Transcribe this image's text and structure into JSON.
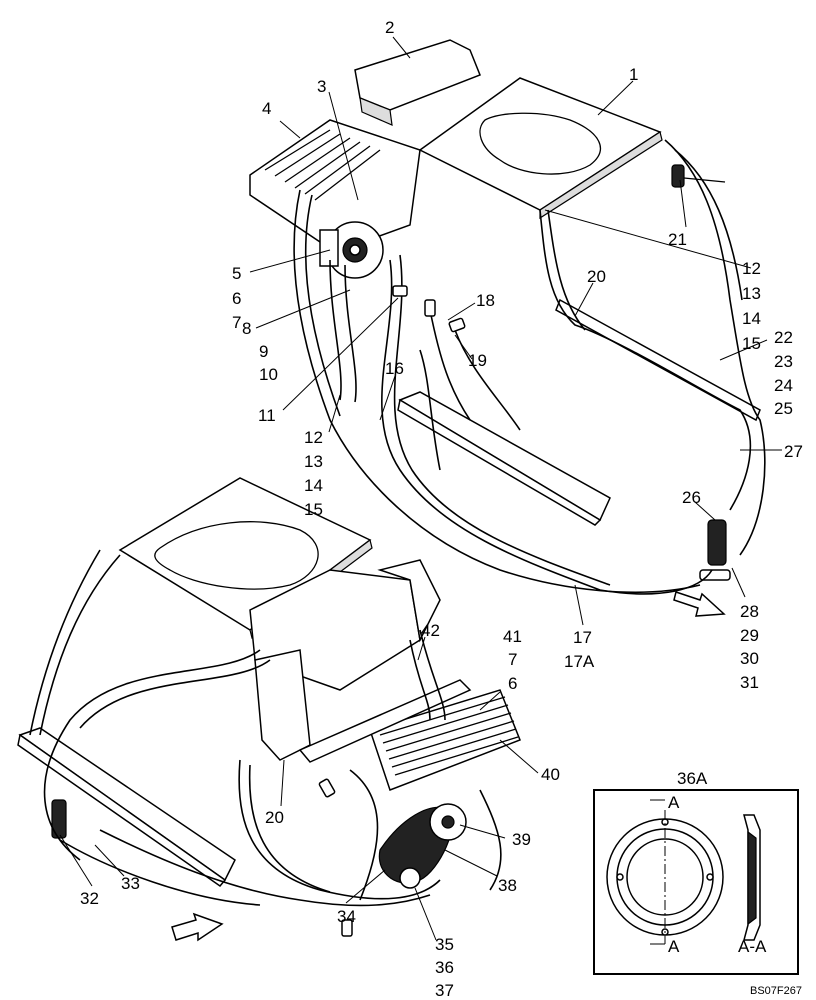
{
  "drawing_code": "BS07F267",
  "callouts": [
    {
      "id": "c1",
      "text": "1"
    },
    {
      "id": "c2",
      "text": "2"
    },
    {
      "id": "c3",
      "text": "3"
    },
    {
      "id": "c4",
      "text": "4"
    },
    {
      "id": "c5",
      "text": "5"
    },
    {
      "id": "c6",
      "text": "6"
    },
    {
      "id": "c7",
      "text": "7"
    },
    {
      "id": "c8",
      "text": "8"
    },
    {
      "id": "c9",
      "text": "9"
    },
    {
      "id": "c10",
      "text": "10"
    },
    {
      "id": "c11",
      "text": "11"
    },
    {
      "id": "c12a",
      "text": "12"
    },
    {
      "id": "c13a",
      "text": "13"
    },
    {
      "id": "c14a",
      "text": "14"
    },
    {
      "id": "c15a",
      "text": "15"
    },
    {
      "id": "c12b",
      "text": "12"
    },
    {
      "id": "c13b",
      "text": "13"
    },
    {
      "id": "c14b",
      "text": "14"
    },
    {
      "id": "c15b",
      "text": "15"
    },
    {
      "id": "c16",
      "text": "16"
    },
    {
      "id": "c17",
      "text": "17"
    },
    {
      "id": "c17A",
      "text": "17A"
    },
    {
      "id": "c18",
      "text": "18"
    },
    {
      "id": "c19",
      "text": "19"
    },
    {
      "id": "c20a",
      "text": "20"
    },
    {
      "id": "c20b",
      "text": "20"
    },
    {
      "id": "c21",
      "text": "21"
    },
    {
      "id": "c22",
      "text": "22"
    },
    {
      "id": "c23",
      "text": "23"
    },
    {
      "id": "c24",
      "text": "24"
    },
    {
      "id": "c25",
      "text": "25"
    },
    {
      "id": "c26",
      "text": "26"
    },
    {
      "id": "c27",
      "text": "27"
    },
    {
      "id": "c28",
      "text": "28"
    },
    {
      "id": "c29",
      "text": "29"
    },
    {
      "id": "c30",
      "text": "30"
    },
    {
      "id": "c31",
      "text": "31"
    },
    {
      "id": "c41",
      "text": "41"
    },
    {
      "id": "c7b",
      "text": "7"
    },
    {
      "id": "c6b",
      "text": "6"
    },
    {
      "id": "c42",
      "text": "42"
    },
    {
      "id": "c40",
      "text": "40"
    },
    {
      "id": "c39",
      "text": "39"
    },
    {
      "id": "c38",
      "text": "38"
    },
    {
      "id": "c32",
      "text": "32"
    },
    {
      "id": "c33",
      "text": "33"
    },
    {
      "id": "c34",
      "text": "34"
    },
    {
      "id": "c35",
      "text": "35"
    },
    {
      "id": "c36",
      "text": "36"
    },
    {
      "id": "c37",
      "text": "37"
    }
  ],
  "detail": {
    "title": "36A",
    "section_mark_top": "A",
    "section_mark_bottom": "A",
    "section_label": "A-A"
  }
}
